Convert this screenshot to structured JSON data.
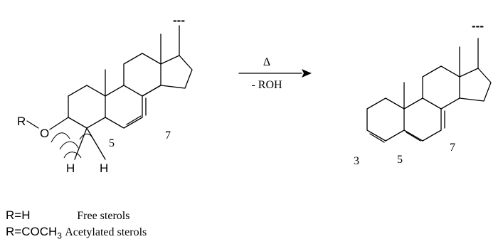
{
  "reaction": {
    "condition_top": "Δ",
    "condition_bottom": "- ROH"
  },
  "reactant": {
    "substituent_r": "R",
    "oxygen": "O",
    "hydrogen_1": "H",
    "hydrogen_2": "H",
    "position_5": "5",
    "position_7": "7",
    "side_chain": "---"
  },
  "product": {
    "position_3": "3",
    "position_5": "5",
    "position_7": "7",
    "side_chain": "---"
  },
  "legend": [
    {
      "key": "R=H",
      "key_sub": "",
      "key_suffix": "",
      "description": "Free sterols"
    },
    {
      "key": "R=COCH",
      "key_sub": "3",
      "key_suffix": "",
      "description": "Acetylated sterols"
    }
  ]
}
